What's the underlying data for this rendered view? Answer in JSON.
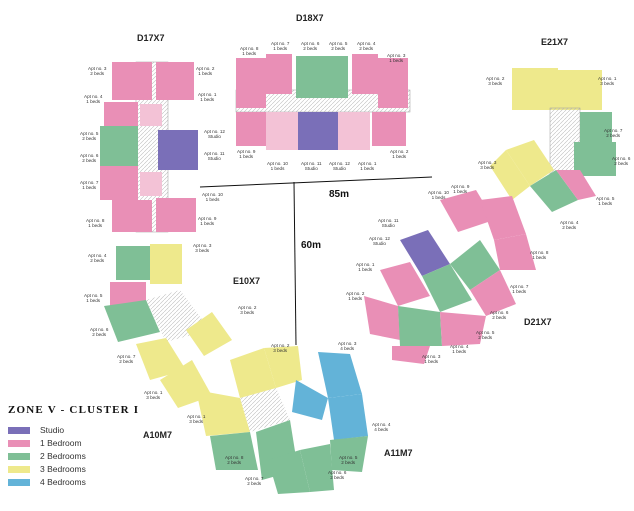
{
  "legend": {
    "title": "ZONE V - CLUSTER I",
    "items": [
      {
        "label": "Studio",
        "color": "#7a6fb8"
      },
      {
        "label": "1 Bedroom",
        "color": "#e98fb6"
      },
      {
        "label": "2 Bedrooms",
        "color": "#7fbf96"
      },
      {
        "label": "3 Bedrooms",
        "color": "#eee98c"
      },
      {
        "label": "4 Bedrooms",
        "color": "#63b3d8"
      }
    ]
  },
  "blocks": [
    {
      "id": "d17x7",
      "label": "D17X7"
    },
    {
      "id": "d18x7",
      "label": "D18X7"
    },
    {
      "id": "e21x7",
      "label": "E21X7"
    },
    {
      "id": "e10x7",
      "label": "E10X7"
    },
    {
      "id": "d21x7",
      "label": "D21X7"
    },
    {
      "id": "a10m7",
      "label": "A10M7"
    },
    {
      "id": "a11m7",
      "label": "A11M7"
    }
  ],
  "dimensions": {
    "horizontal": "85m",
    "vertical": "60m"
  },
  "apartments": [
    {
      "no": "Apt no. 3",
      "type": "2 beds"
    },
    {
      "no": "Apt no. 2",
      "type": "1 beds"
    },
    {
      "no": "Apt no. 4",
      "type": "1 beds"
    },
    {
      "no": "Apt no. 1",
      "type": "1 beds"
    },
    {
      "no": "Apt no. 5",
      "type": "2 beds"
    },
    {
      "no": "Apt no. 12",
      "type": "Studio"
    },
    {
      "no": "Apt no. 6",
      "type": "2 beds"
    },
    {
      "no": "Apt no. 11",
      "type": "Studio"
    },
    {
      "no": "Apt no. 7",
      "type": "1 beds"
    },
    {
      "no": "Apt no. 10",
      "type": "1 beds"
    },
    {
      "no": "Apt no. 8",
      "type": "1 beds"
    },
    {
      "no": "Apt no. 9",
      "type": "1 beds"
    },
    {
      "no": "Apt no. 8",
      "type": "1 beds"
    },
    {
      "no": "Apt no. 7",
      "type": "1 beds"
    },
    {
      "no": "Apt no. 6",
      "type": "2 beds"
    },
    {
      "no": "Apt no. 5",
      "type": "2 beds"
    },
    {
      "no": "Apt no. 4",
      "type": "2 beds"
    },
    {
      "no": "Apt no. 3",
      "type": "1 beds"
    },
    {
      "no": "Apt no. 9",
      "type": "1 beds"
    },
    {
      "no": "Apt no. 10",
      "type": "1 beds"
    },
    {
      "no": "Apt no. 11",
      "type": "Studio"
    },
    {
      "no": "Apt no. 12",
      "type": "Studio"
    },
    {
      "no": "Apt no. 1",
      "type": "1 beds"
    },
    {
      "no": "Apt no. 2",
      "type": "1 beds"
    },
    {
      "no": "Apt no. 2",
      "type": "3 beds"
    },
    {
      "no": "Apt no. 1",
      "type": "3 beds"
    },
    {
      "no": "Apt no. 7",
      "type": "2 beds"
    },
    {
      "no": "Apt no. 3",
      "type": "3 beds"
    },
    {
      "no": "Apt no. 6",
      "type": "2 beds"
    },
    {
      "no": "Apt no. 5",
      "type": "1 beds"
    },
    {
      "no": "Apt no. 4",
      "type": "2 beds"
    },
    {
      "no": "Apt no. 10",
      "type": "1 beds"
    },
    {
      "no": "Apt no. 9",
      "type": "1 beds"
    },
    {
      "no": "Apt no. 11",
      "type": "Studio"
    },
    {
      "no": "Apt no. 12",
      "type": "Studio"
    },
    {
      "no": "Apt no. 8",
      "type": "1 beds"
    },
    {
      "no": "Apt no. 1",
      "type": "1 beds"
    },
    {
      "no": "Apt no. 7",
      "type": "1 beds"
    },
    {
      "no": "Apt no. 2",
      "type": "1 beds"
    },
    {
      "no": "Apt no. 6",
      "type": "2 beds"
    },
    {
      "no": "Apt no. 5",
      "type": "2 beds"
    },
    {
      "no": "Apt no. 4",
      "type": "1 beds"
    },
    {
      "no": "Apt no. 3",
      "type": "1 beds"
    },
    {
      "no": "Apt no. 4",
      "type": "2 beds"
    },
    {
      "no": "Apt no. 3",
      "type": "3 beds"
    },
    {
      "no": "Apt no. 5",
      "type": "1 beds"
    },
    {
      "no": "Apt no. 2",
      "type": "3 beds"
    },
    {
      "no": "Apt no. 6",
      "type": "2 beds"
    },
    {
      "no": "Apt no. 7",
      "type": "2 beds"
    },
    {
      "no": "Apt no. 1",
      "type": "3 beds"
    },
    {
      "no": "Apt no. 2",
      "type": "3 beds"
    },
    {
      "no": "Apt no. 3",
      "type": "4 beds"
    },
    {
      "no": "Apt no. 1",
      "type": "3 beds"
    },
    {
      "no": "Apt no. 4",
      "type": "4 beds"
    },
    {
      "no": "Apt no. 8",
      "type": "2 beds"
    },
    {
      "no": "Apt no. 5",
      "type": "2 beds"
    },
    {
      "no": "Apt no. 7",
      "type": "2 beds"
    },
    {
      "no": "Apt no. 6",
      "type": "2 beds"
    }
  ]
}
